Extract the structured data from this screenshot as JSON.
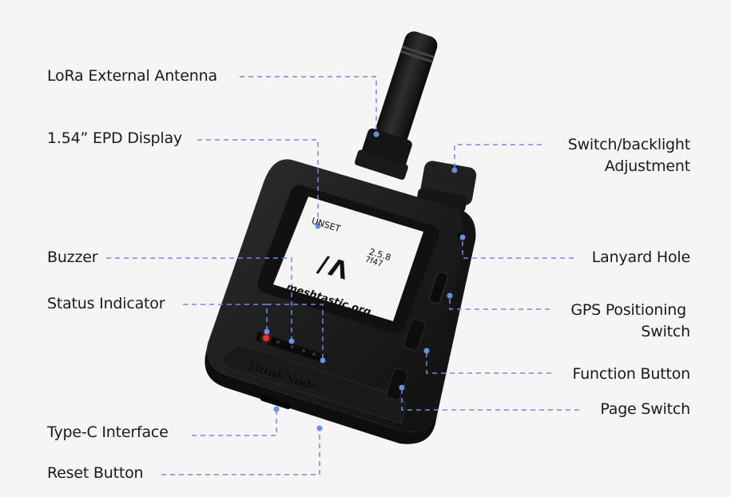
{
  "diagram": {
    "product": "ThinkNode",
    "background_color": "#f5f5f5",
    "leader_line_color": "#6b8fe6",
    "device_color": "#1c1c1c",
    "led_color": "#e5342b"
  },
  "labels_left": [
    {
      "id": "lora-antenna",
      "text": "LoRa External Antenna"
    },
    {
      "id": "epd-display",
      "text": "1.54” EPD Display"
    },
    {
      "id": "buzzer",
      "text": "Buzzer"
    },
    {
      "id": "status-indicator",
      "text": "Status Indicator"
    },
    {
      "id": "type-c",
      "text": "Type-C Interface"
    },
    {
      "id": "reset-button",
      "text": "Reset Button"
    }
  ],
  "labels_right": [
    {
      "id": "switch-backlight",
      "line1": "Switch/backlight",
      "line2": "Adjustment"
    },
    {
      "id": "lanyard-hole",
      "line1": "Lanyard Hole"
    },
    {
      "id": "gps-switch",
      "line1": "GPS Positioning",
      "line2": "Switch"
    },
    {
      "id": "function-button",
      "line1": "Function Button"
    },
    {
      "id": "page-switch",
      "line1": "Page Switch"
    }
  ],
  "screen": {
    "status": "UNSET",
    "version": "2.5.8",
    "node_id": "7f47",
    "logo": "/Λ",
    "url": "meshtastic.org"
  },
  "device_branding": "ThinkNode"
}
